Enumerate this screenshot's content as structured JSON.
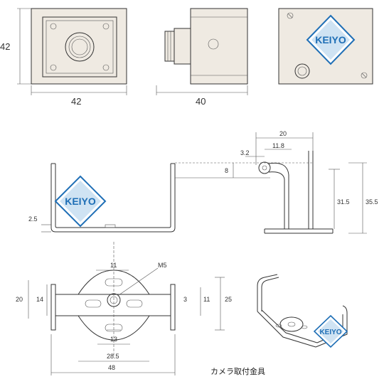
{
  "brand": {
    "logo_text": "KEIYO",
    "color": "#1f6fb6"
  },
  "camera_dims": {
    "height": "42",
    "width_front": "42",
    "width_side": "40"
  },
  "bracket_side_dims": {
    "d20": "20",
    "d11_8": "11.8",
    "d3_2": "3.2",
    "d8": "8",
    "d31_5": "31.5",
    "d35_5": "35.5",
    "d2_5": "2.5"
  },
  "bracket_top_dims": {
    "m5": "M5",
    "d11": "11",
    "d20": "20",
    "d14": "14",
    "d13": "13",
    "d28_5": "28.5",
    "d48": "48",
    "d25": "25",
    "d11_right": "11",
    "d3": "3"
  },
  "caption": "カメラ取付金具"
}
